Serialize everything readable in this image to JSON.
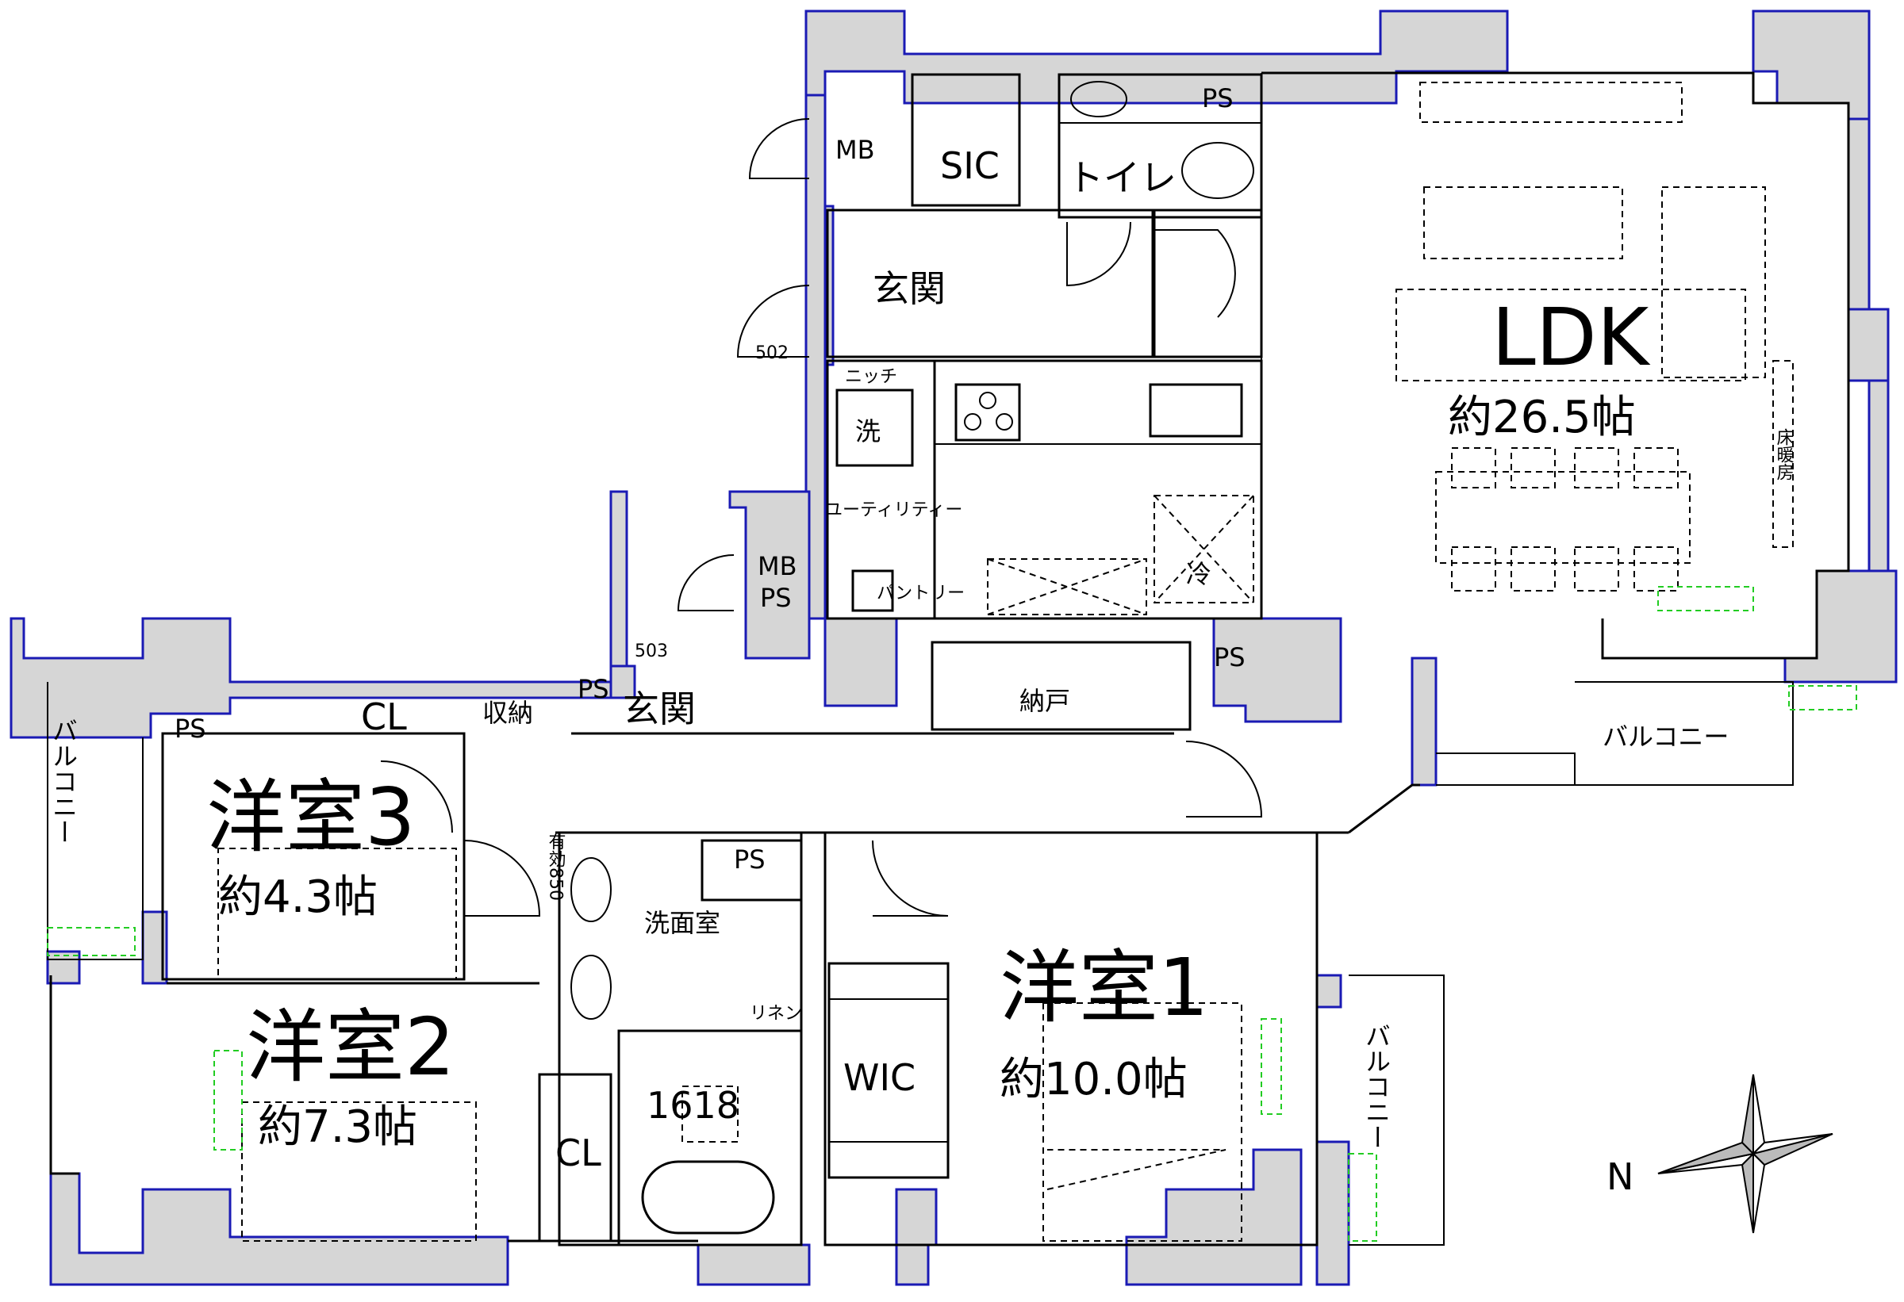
{
  "rooms": {
    "ldk": {
      "name": "LDK",
      "size": "約26.5帖"
    },
    "western1": {
      "name": "洋室1",
      "size": "約10.0帖"
    },
    "western2": {
      "name": "洋室2",
      "size": "約7.3帖"
    },
    "western3": {
      "name": "洋室3",
      "size": "約4.3帖"
    },
    "entrance_main": "玄関",
    "entrance_sub": "玄関",
    "toilet": "トイレ",
    "sic": "SIC",
    "wic": "WIC",
    "storeroom": "納戸",
    "washroom": "洗面室",
    "utility": "ユーティリティー",
    "pantry": "パントリー",
    "bath": "1618",
    "linen": "リネン",
    "storage": "収納",
    "washer": "洗",
    "fridge": "冷"
  },
  "closets": {
    "cl_w3": "CL",
    "cl_w2": "CL"
  },
  "ps_labels": [
    "PS",
    "PS",
    "PS",
    "PS",
    "PS"
  ],
  "mb": "MB",
  "mb_ps": [
    "MB",
    "PS"
  ],
  "balconies": {
    "east": "バルコニー",
    "south": "バルコニー",
    "west": "バルコニー"
  },
  "niche": "ニッチ",
  "door_numbers": [
    "502",
    "503"
  ],
  "width_note": "有効850",
  "floor_heating_note": "床暖房",
  "compass": {
    "label": "N"
  }
}
